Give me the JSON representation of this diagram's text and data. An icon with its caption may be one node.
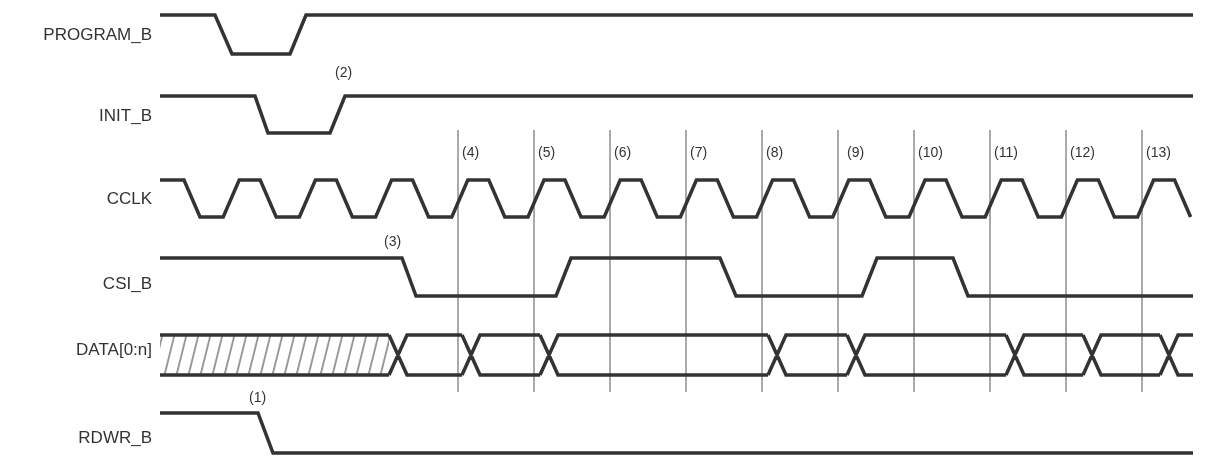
{
  "diagram": {
    "labels": [
      "PROGRAM_B",
      "(2)",
      "INIT_B",
      "(4)",
      "(5)",
      "(6)",
      "(7)",
      "(8)",
      "(9)",
      "(10)",
      "(11)",
      "(12)",
      "(13)",
      "CCLK",
      "(3)",
      "CSI_B",
      "DATA[0:n]",
      "(1)",
      "RDWR_B"
    ]
  }
}
